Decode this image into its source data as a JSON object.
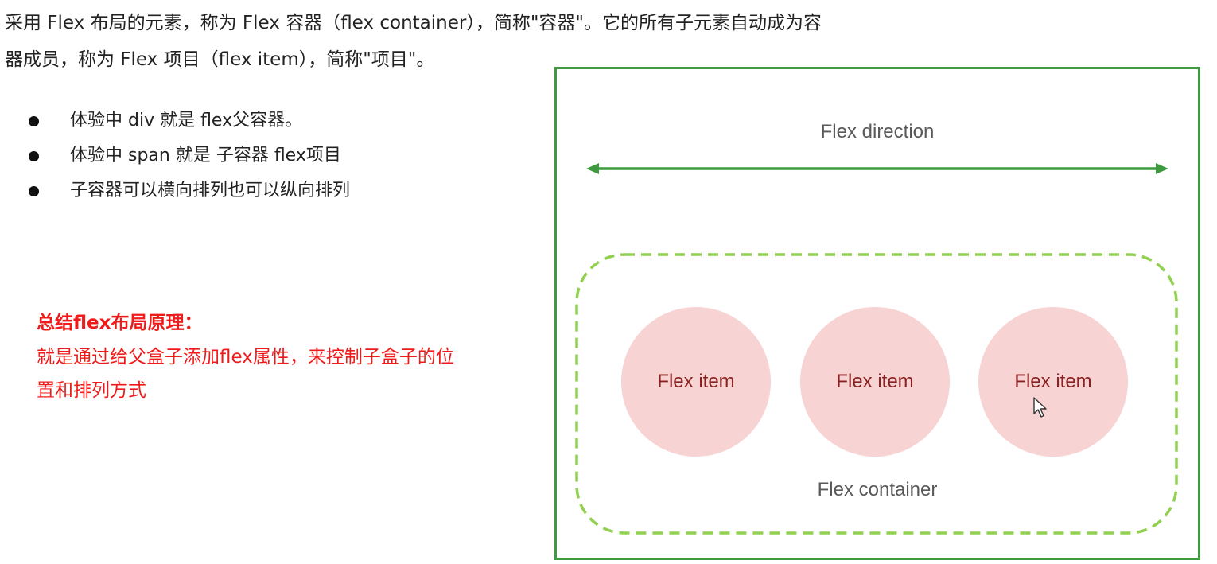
{
  "intro": {
    "line1": "采用 Flex 布局的元素，称为 Flex 容器（flex container），简称\"容器\"。它的所有子元素自动成为容",
    "line2": "器成员，称为 Flex 项目（flex item），简称\"项目\"。"
  },
  "bullets": [
    "体验中 div 就是 flex父容器。",
    "体验中 span 就是 子容器 flex项目",
    "子容器可以横向排列也可以纵向排列"
  ],
  "summary": {
    "title": "总结flex布局原理：",
    "body": "就是通过给父盒子添加flex属性，来控制子盒子的位置和排列方式"
  },
  "diagram": {
    "direction_label": "Flex direction",
    "container_label": "Flex container",
    "items": [
      "Flex item",
      "Flex item",
      "Flex item"
    ],
    "colors": {
      "outer_border": "#3e9a3e",
      "arrow": "#3e9a3e",
      "container_dash": "#92d050",
      "item_fill": "#f8d3d3",
      "item_text": "#8b2222"
    }
  }
}
